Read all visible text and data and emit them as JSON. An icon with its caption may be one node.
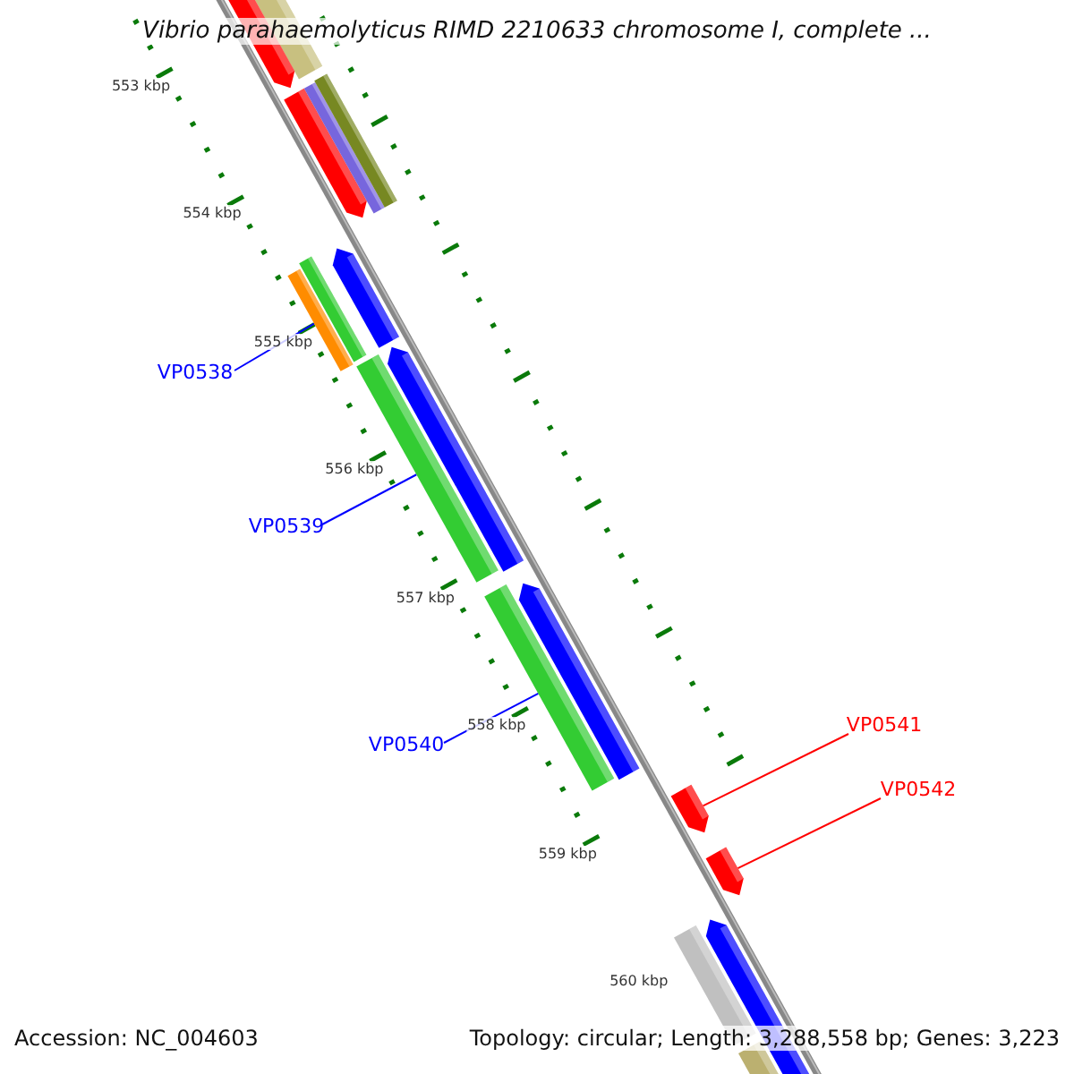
{
  "diagram": {
    "title": "Vibrio parahaemolyticus RIMD 2210633 chromosome I, complete ...",
    "nodes": [
      {
        "text": [
          "VP0538"
        ]
      },
      {
        "text": [],
        "shape": "bar"
      },
      {
        "text": [
          "VP0539"
        ]
      },
      {
        "text": [],
        "shape": "bar"
      },
      {
        "text": [
          "VP0540"
        ]
      },
      {
        "text": [],
        "shape": "bar"
      },
      {
        "text": [
          "VP0541"
        ]
      },
      {
        "text": [],
        "shape": "arrow"
      },
      {
        "text": [
          "VP0542"
        ]
      },
      {
        "text": [],
        "shape": "arrow"
      }
    ],
    "edges": [
      {
        "from": 0,
        "to": 1,
        "arrow": "none"
      },
      {
        "from": 2,
        "to": 3,
        "arrow": "none"
      },
      {
        "from": 4,
        "to": 5,
        "arrow": "none"
      },
      {
        "from": 6,
        "to": 7,
        "arrow": "none",
        "color": "#ff0000"
      },
      {
        "from": 8,
        "to": 9,
        "arrow": "none",
        "color": "#ff0000"
      }
    ],
    "labels": [
      "553 kbp",
      "554 kbp",
      "555 kbp",
      "556 kbp",
      "557 kbp",
      "558 kbp",
      "559 kbp",
      "560 kbp",
      "Accession: NC_004603",
      "Topology: circular; Length: 3,288,558 bp; Genes: 3,223"
    ]
  }
}
